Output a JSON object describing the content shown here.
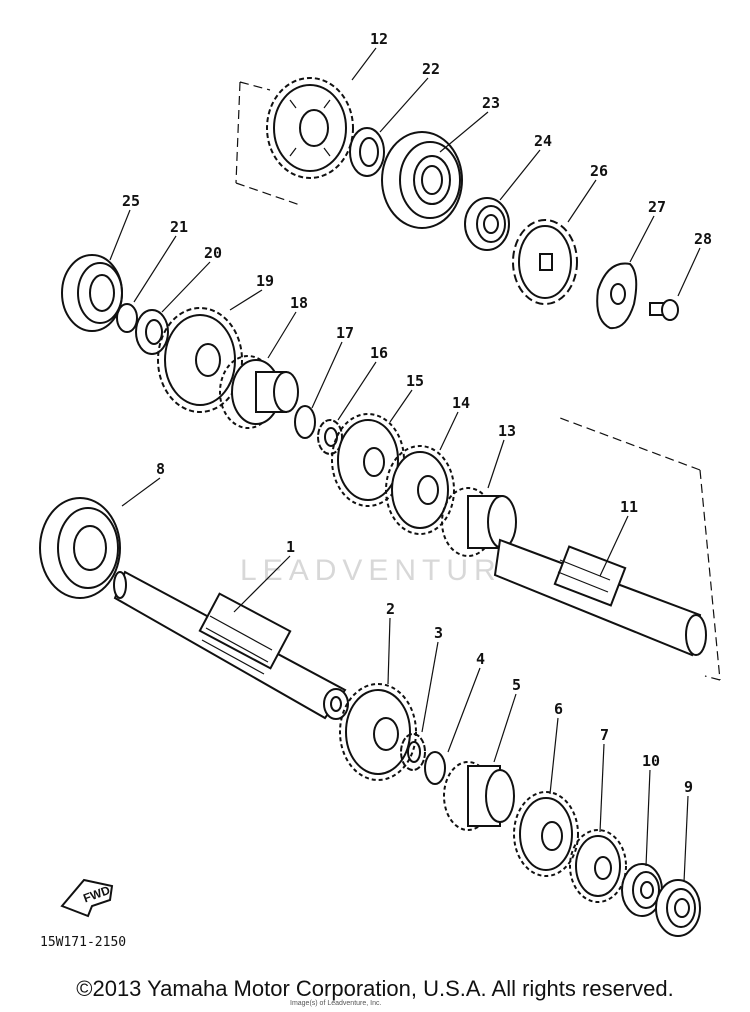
{
  "diagram": {
    "watermark": "LEADVENTURE",
    "part_code": "15W171-2150",
    "fwd_label": "FWD",
    "callouts": [
      "12",
      "22",
      "23",
      "24",
      "26",
      "27",
      "28",
      "25",
      "21",
      "20",
      "19",
      "18",
      "17",
      "16",
      "15",
      "14",
      "13",
      "11",
      "8",
      "1",
      "2",
      "3",
      "4",
      "5",
      "6",
      "7",
      "10",
      "9"
    ]
  },
  "footer": {
    "copyright": "©2013 Yamaha Motor Corporation, U.S.A. All rights reserved.",
    "small_print": "Image(s) of Leadventure, Inc."
  }
}
